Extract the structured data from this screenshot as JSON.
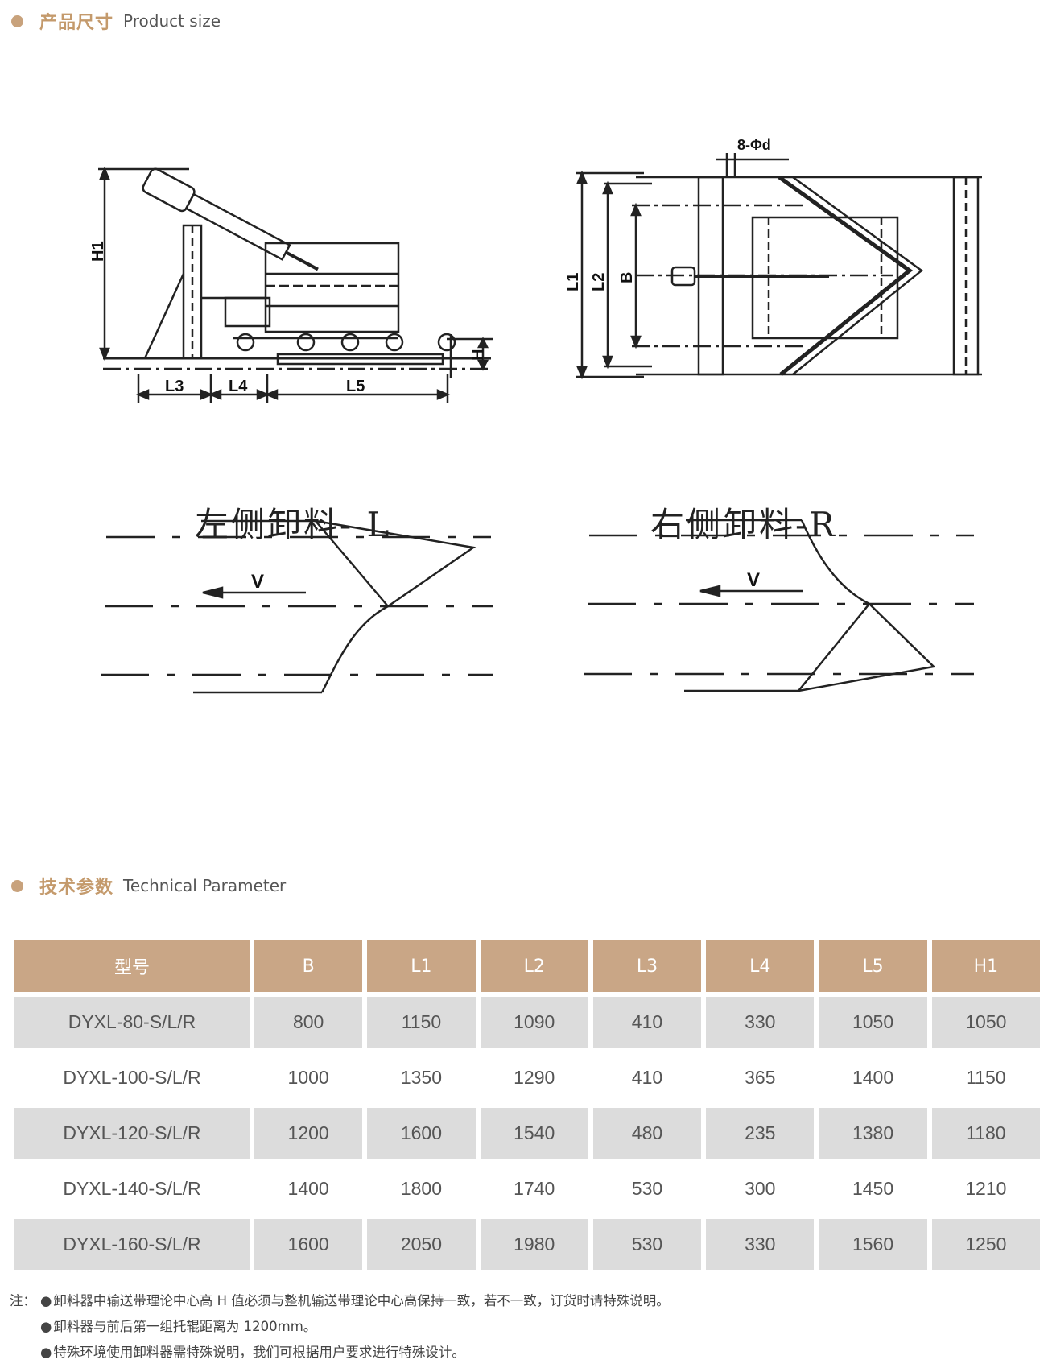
{
  "sections": {
    "size": {
      "cn": "产品尺寸",
      "en": "Product size"
    },
    "tech": {
      "cn": "技术参数",
      "en": "Technical Parameter"
    }
  },
  "colors": {
    "accent": "#c8a27c",
    "header_bg": "#c9a686",
    "heading_text": "#c49a6c",
    "row_gray": "#dcdcdc"
  },
  "diagram": {
    "side_labels": {
      "h1": "H1",
      "h": "H",
      "l3": "L3",
      "l4": "L4",
      "l5": "L5"
    },
    "top_labels": {
      "holes": "8-Φd",
      "l1": "L1",
      "l2": "L2",
      "b": "B"
    },
    "left_discharge": "左侧卸料- L",
    "right_discharge": "右侧卸料-R",
    "velocity": "V"
  },
  "table": {
    "headers": [
      "型号",
      "B",
      "L1",
      "L2",
      "L3",
      "L4",
      "L5",
      "H1"
    ],
    "rows": [
      [
        "DYXL-80-S/L/R",
        "800",
        "1150",
        "1090",
        "410",
        "330",
        "1050",
        "1050"
      ],
      [
        "DYXL-100-S/L/R",
        "1000",
        "1350",
        "1290",
        "410",
        "365",
        "1400",
        "1150"
      ],
      [
        "DYXL-120-S/L/R",
        "1200",
        "1600",
        "1540",
        "480",
        "235",
        "1380",
        "1180"
      ],
      [
        "DYXL-140-S/L/R",
        "1400",
        "1800",
        "1740",
        "530",
        "300",
        "1450",
        "1210"
      ],
      [
        "DYXL-160-S/L/R",
        "1600",
        "2050",
        "1980",
        "530",
        "330",
        "1560",
        "1250"
      ]
    ]
  },
  "notes": {
    "prefix": "注：",
    "bullet": "●",
    "items": [
      "卸料器中输送带理论中心高 H 值必须与整机输送带理论中心高保持一致，若不一致，订货时请特殊说明。",
      "卸料器与前后第一组托辊距离为 1200mm。",
      "特殊环境使用卸料器需特殊说明，我们可根据用户要求进行特殊设计。"
    ]
  }
}
